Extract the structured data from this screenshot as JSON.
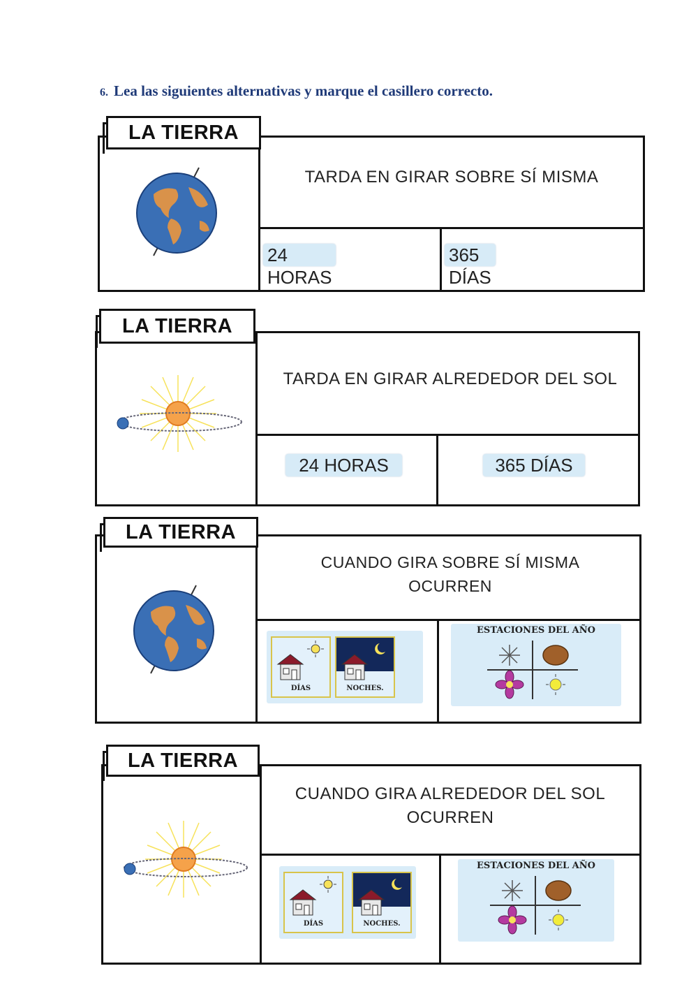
{
  "instruction": {
    "number": "6.",
    "text": "Lea las siguientes alternativas y marque el casillero correcto."
  },
  "cards": [
    {
      "title": "LA TIERRA",
      "image": "earth-rotation-icon",
      "question": "TARDA EN GIRAR SOBRE SÍ MISMA",
      "options": [
        "24 HORAS",
        "365 DÍAS"
      ]
    },
    {
      "title": "LA TIERRA",
      "image": "earth-orbit-sun-icon",
      "question": "TARDA EN GIRAR ALREDEDOR DEL SOL",
      "options": [
        "24 HORAS",
        "365 DÍAS"
      ]
    },
    {
      "title": "LA TIERRA",
      "image": "earth-rotation-icon",
      "question": "CUANDO GIRA SOBRE SÍ MISMA OCURREN",
      "option_pictures": [
        {
          "icon": "day-night-icon",
          "captions": [
            "DÍAS",
            "NOCHES."
          ]
        },
        {
          "icon": "seasons-icon",
          "caption": "ESTACIONES DEL AÑO"
        }
      ]
    },
    {
      "title": "LA TIERRA",
      "image": "earth-orbit-sun-icon",
      "question": "CUANDO GIRA ALREDEDOR DEL SOL OCURREN",
      "option_pictures": [
        {
          "icon": "day-night-icon",
          "captions": [
            "DÍAS",
            "NOCHES."
          ]
        },
        {
          "icon": "seasons-icon",
          "caption": "ESTACIONES DEL AÑO"
        }
      ]
    }
  ],
  "colors": {
    "instruction": "#1f3a78",
    "option_highlight": "#d7ebf7",
    "ocean": "#3a6fb5",
    "land": "#d9924a",
    "sun": "#f5a24a",
    "sun_rays": "#f7e25a"
  }
}
